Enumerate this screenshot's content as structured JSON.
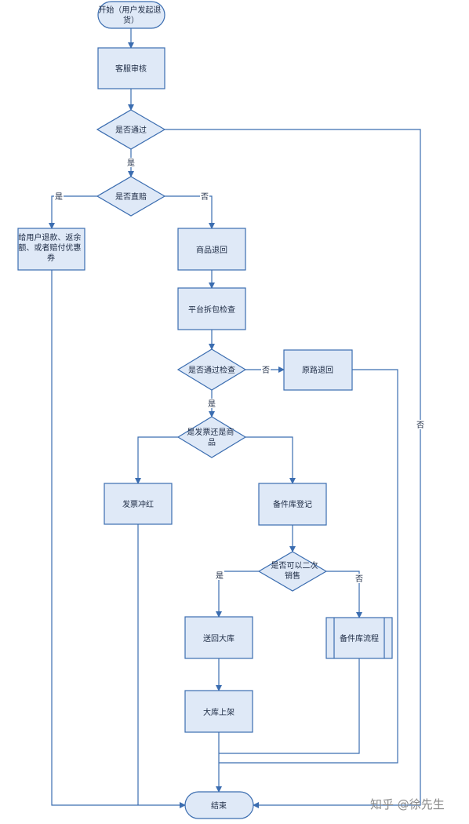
{
  "nodes": {
    "start": "开始（用户发起退货）",
    "cs_review": "客服审核",
    "pass_check": "是否通过",
    "direct_comp": "是否直赔",
    "refund": "给用户退款、返余额、或者赔付优惠券",
    "return_goods": "商品退回",
    "unpack_check": "平台拆包检查",
    "pass_inspect": "是否通过检查",
    "return_original": "原路退回",
    "invoice_or_goods": "是发票还是商品",
    "invoice_reverse": "发票冲红",
    "spare_register": "备件库登记",
    "resell": "是否可以二次销售",
    "send_back": "送回大库",
    "spare_process": "备件库流程",
    "shelve": "大库上架",
    "end": "结束"
  },
  "edge_labels": {
    "yes": "是",
    "no": "否"
  },
  "watermark": "知乎 @徐先生",
  "colors": {
    "stroke": "#3b6db0",
    "fill": "#dfe9f7",
    "text": "#1d2b44"
  }
}
